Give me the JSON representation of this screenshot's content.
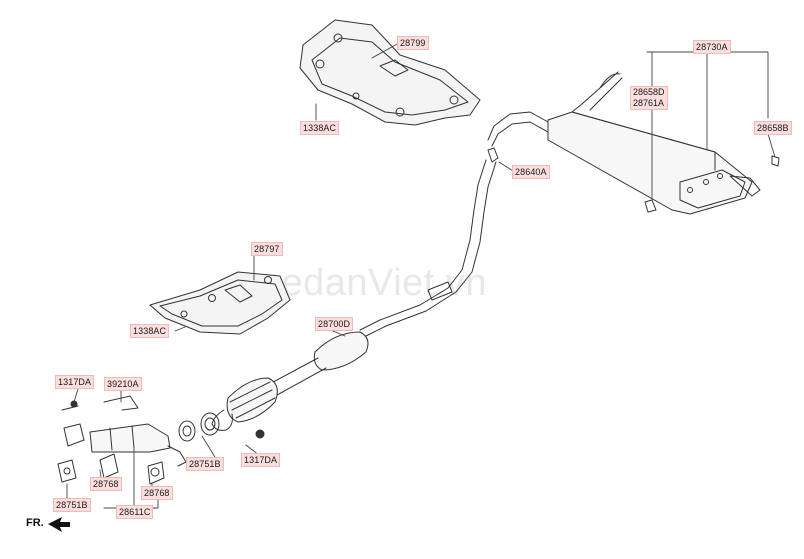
{
  "watermark": "sedanViet.vn",
  "direction_label": "FR.",
  "callouts": [
    {
      "id": "c28799",
      "text": "28799"
    },
    {
      "id": "c1338ac_top",
      "text": "1338AC"
    },
    {
      "id": "c28730a",
      "text": "28730A"
    },
    {
      "id": "c28658d",
      "text": "28658D"
    },
    {
      "id": "c28761a",
      "text": "28761A"
    },
    {
      "id": "c28658b",
      "text": "28658B"
    },
    {
      "id": "c28640a",
      "text": "28640A"
    },
    {
      "id": "c28797",
      "text": "28797"
    },
    {
      "id": "c1338ac_mid",
      "text": "1338AC"
    },
    {
      "id": "c28700d",
      "text": "28700D"
    },
    {
      "id": "c1317da_left",
      "text": "1317DA"
    },
    {
      "id": "c39210a",
      "text": "39210A"
    },
    {
      "id": "c28751b_right",
      "text": "28751B"
    },
    {
      "id": "c1317da_right",
      "text": "1317DA"
    },
    {
      "id": "c28768_left",
      "text": "28768"
    },
    {
      "id": "c28768_right",
      "text": "28768"
    },
    {
      "id": "c28751b_left",
      "text": "28751B"
    },
    {
      "id": "c28611c",
      "text": "28611C"
    }
  ]
}
